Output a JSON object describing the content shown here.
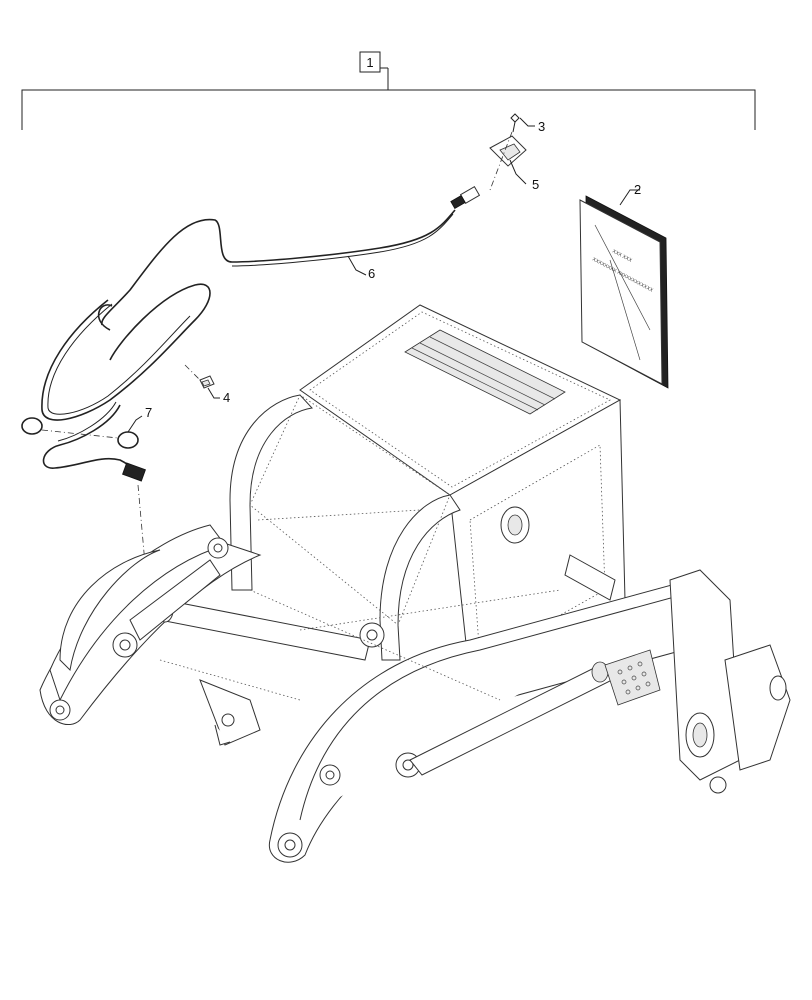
{
  "callouts": {
    "kit": "1",
    "manual": "2",
    "screw": "3",
    "clip": "4",
    "bracket": "5",
    "harness": "6",
    "oring": "7"
  },
  "manual": {
    "cover_title": "XXX XXX",
    "cover_subtitle": "XXXXXXXX XXXXXXXXXXXX"
  }
}
